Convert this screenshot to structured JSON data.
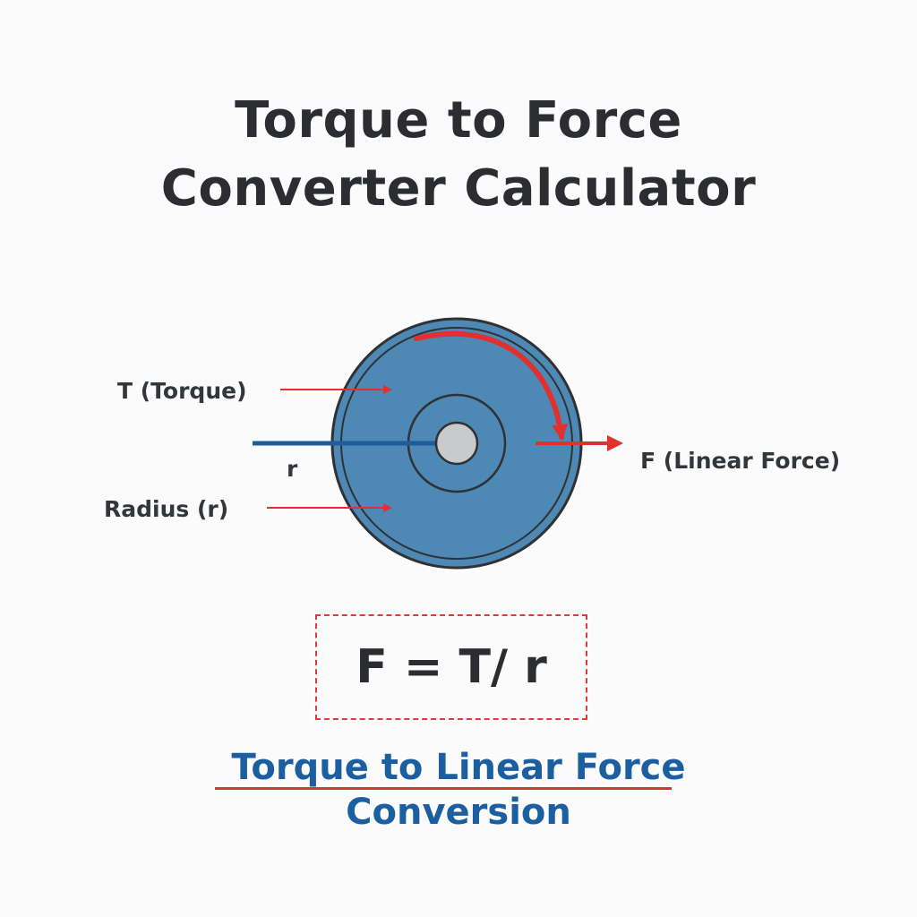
{
  "title": {
    "line1": "Torque to Force",
    "line2": "Converter Calculator"
  },
  "diagram": {
    "labels": {
      "torque": "T (Torque)",
      "radius": "Radius (r)",
      "r_symbol": "r",
      "force": "F (Linear Force)"
    },
    "colors": {
      "disc_fill": "#4e88b4",
      "disc_outline": "#2f3134",
      "hub_fill": "#c9cacb",
      "radius_line": "#1f5c9a",
      "arrow_red": "#e03030"
    }
  },
  "formula": {
    "text": "F = T/ r"
  },
  "subtitle": {
    "line1": "Torque to Linear Force",
    "line2": "Conversion"
  }
}
